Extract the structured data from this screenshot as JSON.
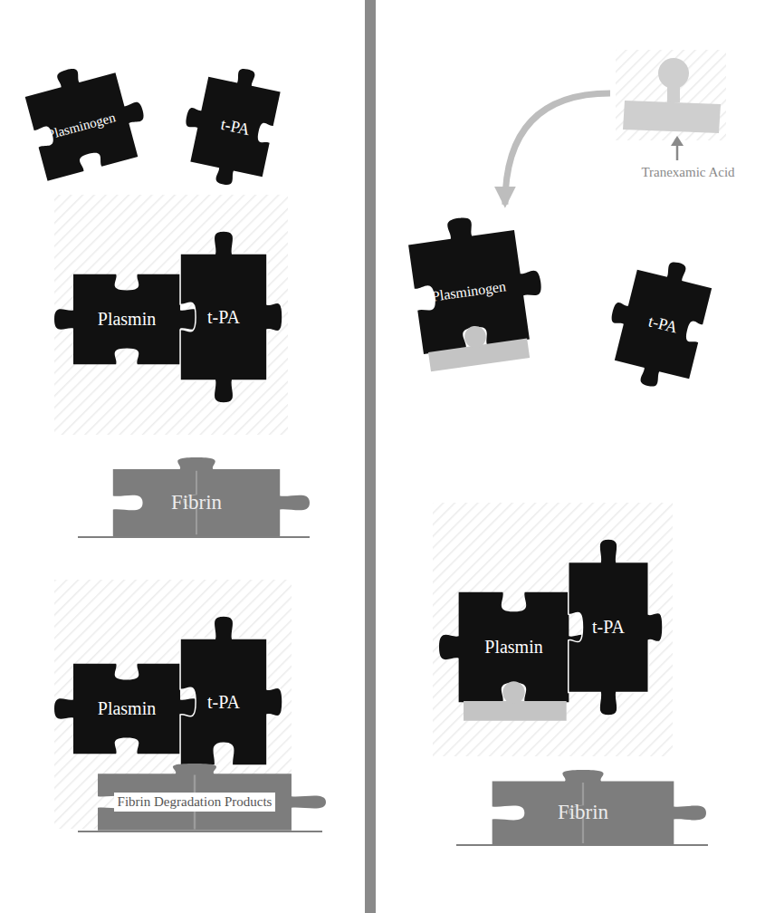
{
  "diagram": {
    "nodes": [
      {
        "text": [
          "Plasminogen"
        ]
      },
      {
        "text": [
          "t-PA"
        ]
      },
      {
        "text": [
          "Plasmin"
        ]
      },
      {
        "text": [
          "t-PA"
        ]
      },
      {
        "text": [
          "Fibrin"
        ]
      },
      {
        "text": [
          "Plasmin"
        ]
      },
      {
        "text": [
          "t-PA"
        ]
      },
      {
        "text": [
          "Fibrin Degradation Products"
        ]
      },
      {
        "text": [
          "Tranexamic Acid"
        ]
      },
      {
        "text": [
          "Plasminogen"
        ]
      },
      {
        "text": [
          "t-PA"
        ]
      },
      {
        "text": [
          "Plasmin"
        ]
      },
      {
        "text": [
          "t-PA"
        ]
      },
      {
        "text": [
          "Fibrin"
        ]
      }
    ],
    "edges": [
      {
        "from": 8,
        "to": 9,
        "arrow": "to"
      }
    ]
  }
}
